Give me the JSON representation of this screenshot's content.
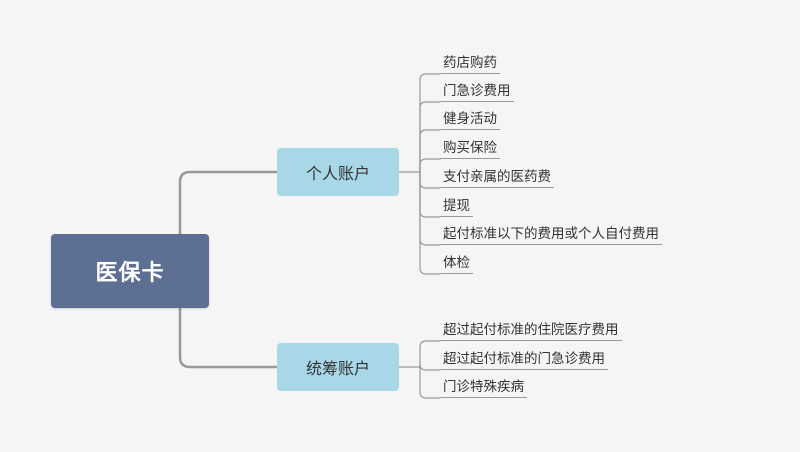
{
  "root": {
    "label": "医保卡"
  },
  "branches": [
    {
      "label": "个人账户",
      "items": [
        "药店购药",
        "门急诊费用",
        "健身活动",
        "购买保险",
        "支付亲属的医药费",
        "提现",
        "起付标准以下的费用或个人自付费用",
        "体检"
      ]
    },
    {
      "label": "统筹账户",
      "items": [
        "超过起付标准的住院医疗费用",
        "超过起付标准的门急诊费用",
        "门诊特殊疾病"
      ]
    }
  ],
  "colors": {
    "background": "#f5f5f5",
    "root_fill": "#5d6f93",
    "branch_fill": "#a8d8e8",
    "connector": "#999999"
  }
}
